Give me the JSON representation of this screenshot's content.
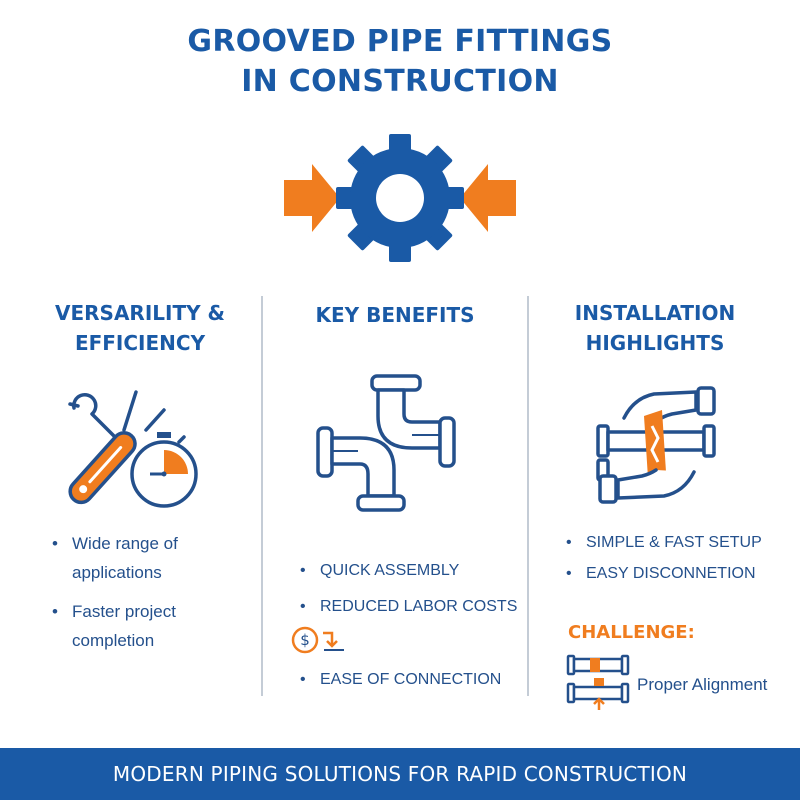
{
  "header": {
    "title_line1": "GROOVED PIPE FITTINGS",
    "title_line2": "IN CONSTRUCTION"
  },
  "hero": {
    "icon": "gear-icon",
    "arrows": "arrow-icons"
  },
  "columns": {
    "left": {
      "heading_line1": "VERSARILITY &",
      "heading_line2": "EFFICIENCY",
      "icon": "tools-stopwatch-icon",
      "bullets": [
        {
          "line1": "Wide range of",
          "line2": "applications"
        },
        {
          "line1": "Faster project",
          "line2": "completion"
        }
      ]
    },
    "middle": {
      "heading": "KEY BENEFITS",
      "icon": "pipe-elbow-icon",
      "bullets": [
        "QUICK ASSEMBLY",
        "REDUCED LABOR COSTS",
        "EASE OF CONNECTION"
      ],
      "cost_icon": "dollar-down-icon"
    },
    "right": {
      "heading_line1": "INSTALLATION",
      "heading_line2": "HIGHLIGHTS",
      "icon": "hands-pipe-icon",
      "bullets": [
        "SIMPLE & FAST SETUP",
        "EASY DISCONNETION"
      ],
      "challenge_label": "CHALLENGE:",
      "challenge_text": "Proper Alignment",
      "challenge_icon": "pipe-alignment-icon"
    }
  },
  "footer": {
    "text": "MODERN PIPING SOLUTIONS FOR RAPID CONSTRUCTION"
  },
  "colors": {
    "blue": "#1a5aa6",
    "orange": "#f07d1f",
    "divider": "#c4ccd6",
    "background": "#ffffff"
  }
}
